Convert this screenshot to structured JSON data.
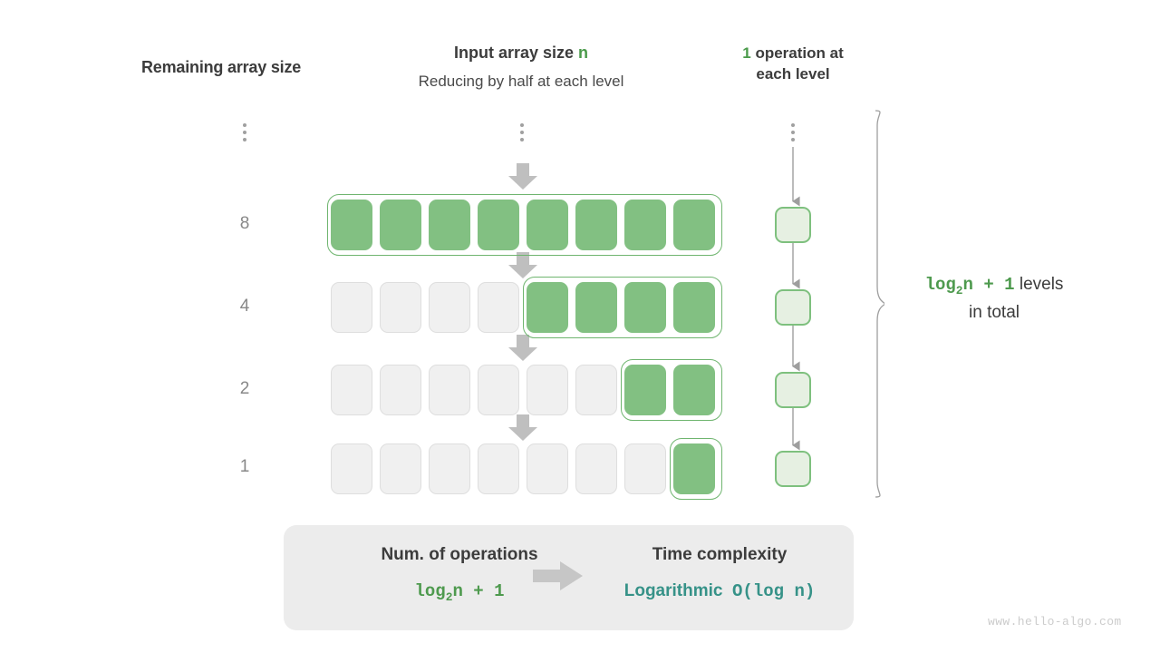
{
  "headers": {
    "remaining": "Remaining array size",
    "input_title_prefix": "Input array size ",
    "input_title_accent": "n",
    "input_subtitle": "Reducing by half at each level",
    "op_accent": "1",
    "op_rest_line1": " operation at",
    "op_line2": "each level"
  },
  "rows": [
    {
      "label": "⋮",
      "is_dots": true,
      "total_cells": 0,
      "filled": 0
    },
    {
      "label": "8",
      "is_dots": false,
      "total_cells": 8,
      "filled": 8
    },
    {
      "label": "4",
      "is_dots": false,
      "total_cells": 8,
      "filled": 4
    },
    {
      "label": "2",
      "is_dots": false,
      "total_cells": 8,
      "filled": 2
    },
    {
      "label": "1",
      "is_dots": false,
      "total_cells": 8,
      "filled": 1
    }
  ],
  "operations_per_level": [
    "1",
    "1",
    "1",
    "1"
  ],
  "annotation": {
    "formula_main": "log",
    "formula_sub": "2",
    "formula_tail": "n + 1",
    "levels_word": "levels",
    "in_total": "in total"
  },
  "summary": {
    "left_title": "Num. of operations",
    "left_value_main": "log",
    "left_value_sub": "2",
    "left_value_tail": "n + 1",
    "arrow": "arrow-right-icon",
    "right_title": "Time complexity",
    "right_value_word": "Logarithmic",
    "right_value_notation": "O(log n)"
  },
  "watermark": "www.hello-algo.com",
  "colors": {
    "cell_green": "#82c082",
    "group_border_green": "#6fb56f",
    "cell_empty": "#f0f0f0",
    "cell_empty_border": "#dedede",
    "op_box_fill": "#e6f0e2",
    "op_box_border": "#7ec07e",
    "accent_green": "#4a9a4a",
    "formula_green": "#4e9a4e",
    "teal": "#369288",
    "arrow_gray": "#c0c0c0",
    "text_dark": "#3c3c3c",
    "label_gray": "#888888",
    "summary_bg": "#ececec",
    "watermark_gray": "#cccccc"
  }
}
